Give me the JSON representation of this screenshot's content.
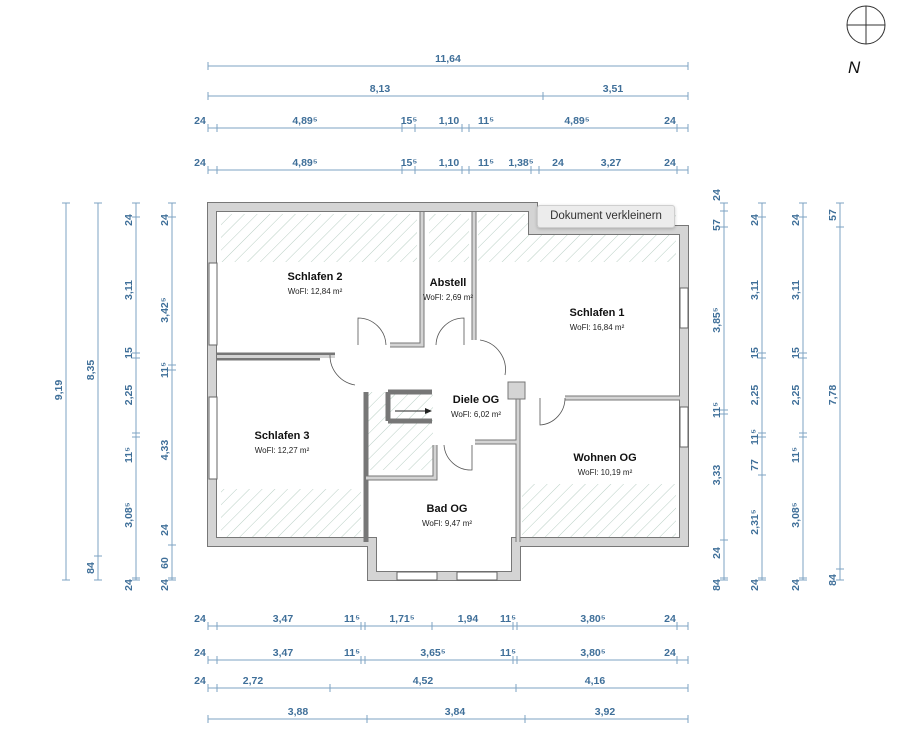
{
  "compass": {
    "north_label": "N"
  },
  "tooltip": {
    "label": "Dokument verkleinern"
  },
  "rooms": [
    {
      "name": "Schlafen 2",
      "area": "WoFl: 12,84 m²"
    },
    {
      "name": "Abstell",
      "area": "WoFl: 2,69 m²"
    },
    {
      "name": "Schlafen 1",
      "area": "WoFl: 16,84 m²"
    },
    {
      "name": "Diele OG",
      "area": "WoFl: 6,02 m²"
    },
    {
      "name": "Schlafen 3",
      "area": "WoFl: 12,27 m²"
    },
    {
      "name": "Wohnen OG",
      "area": "WoFl: 10,19 m²"
    },
    {
      "name": "Bad OG",
      "area": "WoFl: 9,47 m²"
    }
  ],
  "dimensions": {
    "top": [
      [
        "11,64"
      ],
      [
        "8,13",
        "3,51"
      ],
      [
        "24",
        "4,89⁵",
        "15⁵",
        "1,10",
        "11⁵",
        "4,89⁵",
        "24"
      ],
      [
        "24",
        "4,89⁵",
        "15⁵",
        "1,10",
        "11⁵",
        "1,38⁵",
        "24",
        "3,27",
        "24"
      ]
    ],
    "bottom": [
      [
        "24",
        "3,47",
        "11⁵",
        "1,71⁵",
        "1,94",
        "11⁵",
        "3,80⁵",
        "24"
      ],
      [
        "24",
        "3,47",
        "11⁵",
        "3,65⁵",
        "11⁵",
        "3,80⁵",
        "24"
      ],
      [
        "24",
        "2,72",
        "4,52",
        "4,16"
      ],
      [
        "3,88",
        "3,84",
        "3,92"
      ]
    ],
    "left": [
      [
        "9,19"
      ],
      [
        "8,35",
        "84"
      ],
      [
        "24",
        "3,11",
        "15",
        "2,25",
        "11⁵",
        "3,08⁵",
        "24"
      ],
      [
        "24",
        "3,42⁵",
        "11⁵",
        "4,33",
        "24",
        "60",
        "24"
      ]
    ],
    "right": [
      [
        "24",
        "57",
        "3,85⁵",
        "11⁵",
        "3,33",
        "24",
        "84"
      ],
      [
        "24",
        "3,11",
        "15",
        "2,25",
        "11⁵",
        "77",
        "2,31⁵",
        "24"
      ],
      [
        "24",
        "3,11",
        "15",
        "2,25",
        "11⁵",
        "3,08⁵",
        "24"
      ],
      [
        "57",
        "7,78",
        "84"
      ]
    ]
  }
}
